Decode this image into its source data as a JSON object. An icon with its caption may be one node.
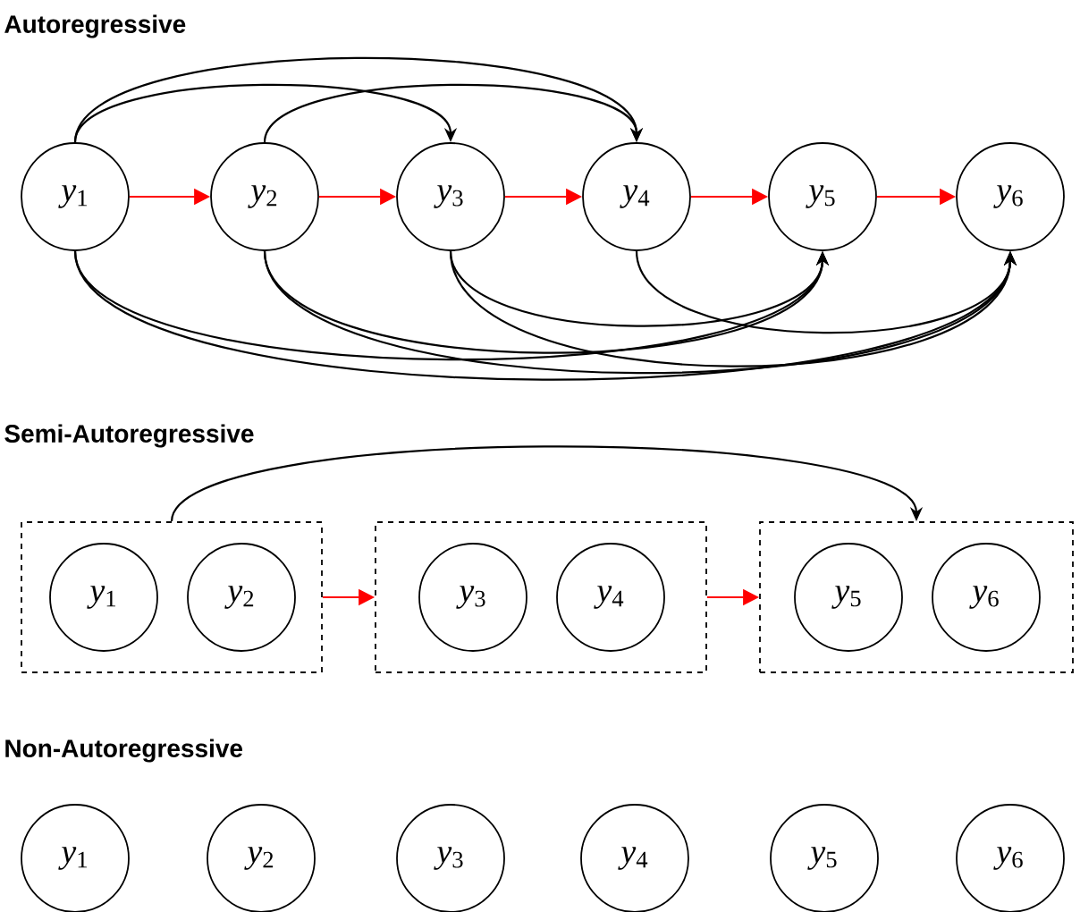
{
  "diagram": {
    "nodes": [
      {
        "text": [
          "*y*$_{1}$"
        ]
      },
      {
        "text": [
          "*y*$_{2}$"
        ]
      },
      {
        "text": [
          "*y*$_{3}$"
        ]
      },
      {
        "text": [
          "*y*$_{4}$"
        ]
      },
      {
        "text": [
          "*y*$_{5}$"
        ]
      },
      {
        "text": [
          "*y*$_{6}$"
        ]
      },
      {
        "text": [],
        "shape": "box"
      },
      {
        "text": [
          "*y*$_{1}$"
        ],
        "in": 6
      },
      {
        "text": [
          "*y*$_{2}$"
        ],
        "in": 6
      },
      {
        "text": [],
        "shape": "box"
      },
      {
        "text": [
          "*y*$_{3}$"
        ],
        "in": 9
      },
      {
        "text": [
          "*y*$_{4}$"
        ],
        "in": 9
      },
      {
        "text": [],
        "shape": "box"
      },
      {
        "text": [
          "*y*$_{5}$"
        ],
        "in": 12
      },
      {
        "text": [
          "*y*$_{6}$"
        ],
        "in": 12
      },
      {
        "text": [
          "*y*$_{1}$"
        ]
      },
      {
        "text": [
          "*y*$_{2}$"
        ]
      },
      {
        "text": [
          "*y*$_{3}$"
        ]
      },
      {
        "text": [
          "*y*$_{4}$"
        ]
      },
      {
        "text": [
          "*y*$_{5}$"
        ]
      },
      {
        "text": [
          "*y*$_{6}$"
        ]
      }
    ],
    "edges": [
      {
        "from": 0,
        "to": 1,
        "arrow": "to",
        "color": "#ff0000"
      },
      {
        "from": 1,
        "to": 2,
        "arrow": "to",
        "color": "#ff0000"
      },
      {
        "from": 2,
        "to": 3,
        "arrow": "to",
        "color": "#ff0000"
      },
      {
        "from": 3,
        "to": 4,
        "arrow": "to",
        "color": "#ff0000"
      },
      {
        "from": 4,
        "to": 5,
        "arrow": "to",
        "color": "#ff0000"
      },
      {
        "from": 0,
        "to": 2,
        "arrow": "to"
      },
      {
        "from": 0,
        "to": 3,
        "arrow": "to"
      },
      {
        "from": 1,
        "to": 3,
        "arrow": "to"
      },
      {
        "from": 0,
        "to": 4,
        "arrow": "to"
      },
      {
        "from": 0,
        "to": 5,
        "arrow": "to"
      },
      {
        "from": 1,
        "to": 4,
        "arrow": "to"
      },
      {
        "from": 1,
        "to": 5,
        "arrow": "to"
      },
      {
        "from": 2,
        "to": 4,
        "arrow": "to"
      },
      {
        "from": 2,
        "to": 5,
        "arrow": "to"
      },
      {
        "from": 3,
        "to": 5,
        "arrow": "to"
      },
      {
        "from": 6,
        "to": 9,
        "arrow": "to",
        "color": "#ff0000"
      },
      {
        "from": 9,
        "to": 12,
        "arrow": "to",
        "color": "#ff0000"
      },
      {
        "from": 6,
        "to": 12,
        "arrow": "to"
      }
    ],
    "labels": [
      "Autoregressive",
      "Semi-Autoregressive",
      "Non-Autoregressive"
    ]
  }
}
